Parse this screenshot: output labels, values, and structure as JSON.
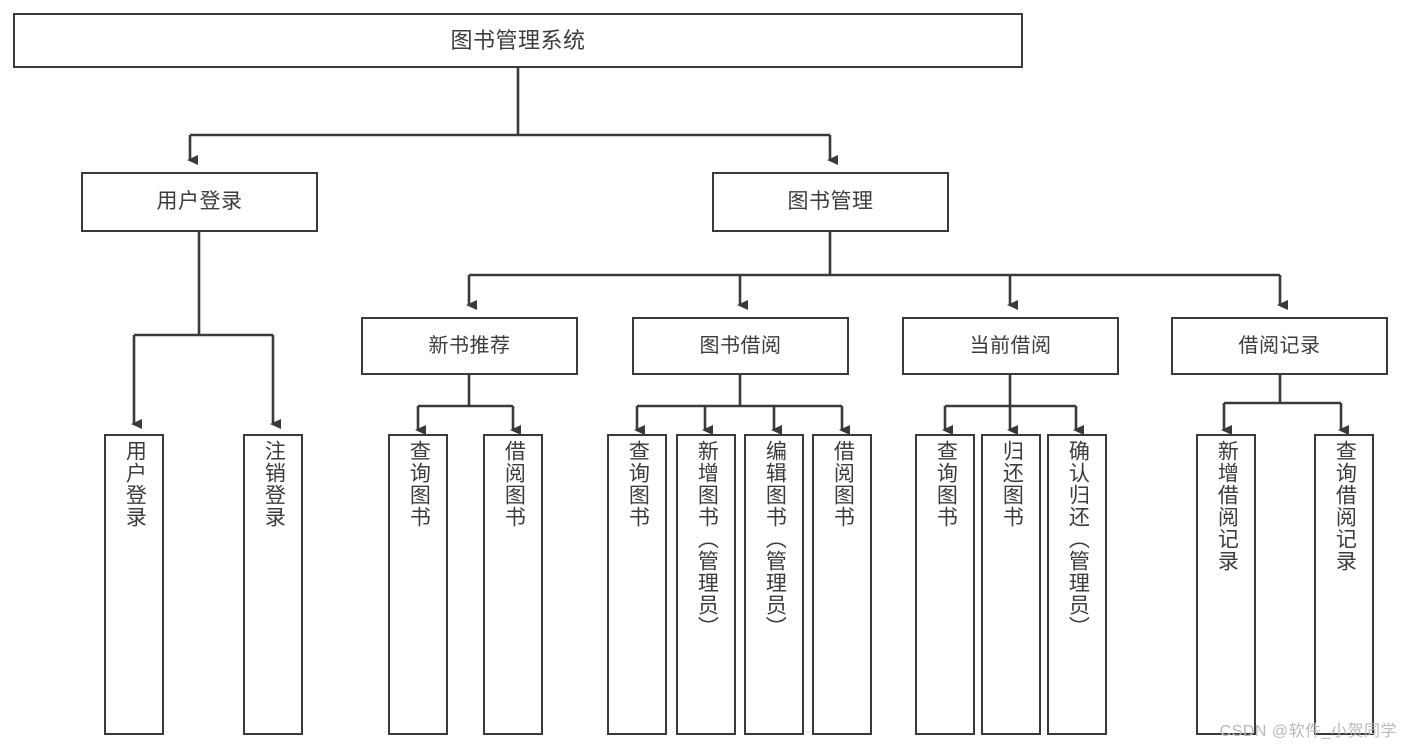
{
  "diagram": {
    "title": "图书管理系统",
    "watermark": "CSDN @软件_小贺同学",
    "line_color": "#3a3a3a",
    "box_border_color": "#3a3a3a",
    "text_color": "#3c3c3c",
    "background": "#ffffff",
    "nodes": {
      "root": {
        "label": "图书管理系统"
      },
      "level1": [
        {
          "label": "用户登录"
        },
        {
          "label": "图书管理"
        }
      ],
      "level2": [
        {
          "label": "新书推荐"
        },
        {
          "label": "图书借阅"
        },
        {
          "label": "当前借阅"
        },
        {
          "label": "借阅记录"
        }
      ],
      "leaves": {
        "user_login": [
          {
            "label": "用户登录"
          },
          {
            "label": "注销登录"
          }
        ],
        "new_book_recommend": [
          {
            "label": "查询图书"
          },
          {
            "label": "借阅图书"
          }
        ],
        "book_borrow": [
          {
            "label": "查询图书"
          },
          {
            "label": "新增图书（管理员）"
          },
          {
            "label": "编辑图书（管理员）"
          },
          {
            "label": "借阅图书"
          }
        ],
        "current_borrow": [
          {
            "label": "查询图书"
          },
          {
            "label": "归还图书"
          },
          {
            "label": "确认归还（管理员）"
          }
        ],
        "borrow_record": [
          {
            "label": "新增借阅记录"
          },
          {
            "label": "查询借阅记录"
          }
        ]
      }
    }
  }
}
